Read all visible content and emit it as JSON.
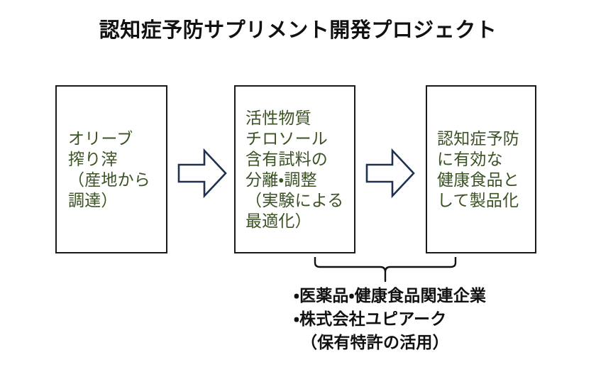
{
  "slide": {
    "title": "認知症予防サプリメント開発プロジェクト",
    "background_color": "#ffffff",
    "text_color": "#111111",
    "stage_text_color": "#3a5224",
    "box_border_color": "#1a1a1a",
    "arrow_color": "#1f3050"
  },
  "stages": [
    {
      "id": "stage-1",
      "text": "オリーブ\n搾り滓\n（産地から\n調達）"
    },
    {
      "id": "stage-2",
      "text": "活性物質\nチロソール\n含有試料の\n分離・調整\n（実験による\n最適化）"
    },
    {
      "id": "stage-3",
      "text": "認知症予防\nに有効な\n健康食品と\nして製品化"
    }
  ],
  "arrows": [
    {
      "id": "arrow-1",
      "direction": "right"
    },
    {
      "id": "arrow-2",
      "direction": "right"
    }
  ],
  "partners": {
    "lines": [
      "・医薬品・健康食品関連企業",
      "・株式会社ユピアーク",
      "（保有特許の活用）"
    ]
  }
}
